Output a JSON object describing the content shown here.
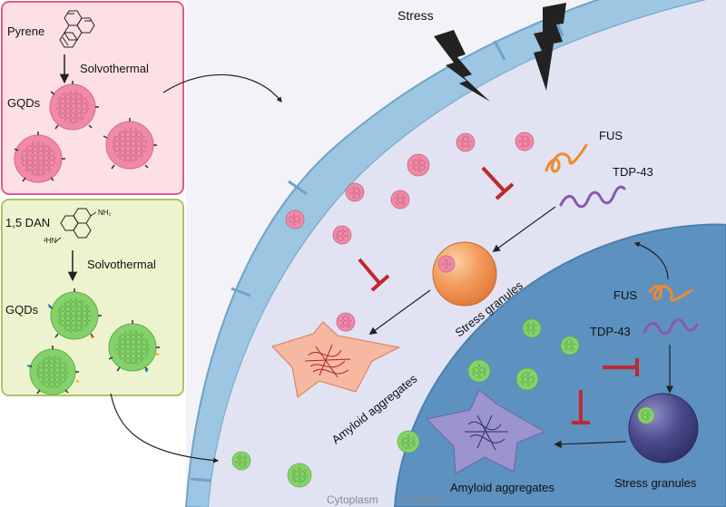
{
  "panel_pink": {
    "precursor": "Pyrene",
    "method": "Solvothermal",
    "product": "GQDs"
  },
  "panel_green": {
    "precursor": "1,5 DAN",
    "amine_top": "NH₂",
    "amine_left": "²HN",
    "method": "Solvothermal",
    "product": "GQDs"
  },
  "cell": {
    "stress": "Stress",
    "cytoplasm": {
      "fus": "FUS",
      "tdp43": "TDP-43",
      "stress_granules": "Stress granules",
      "amyloid": "Amyloid aggregates"
    },
    "nucleus": {
      "fus": "FUS",
      "tdp43": "TDP-43",
      "stress_granules": "Stress granules",
      "amyloid": "Amyloid aggregates"
    },
    "label_cytoplasm": "Cytoplasm",
    "label_nucleus": "Nucleus"
  },
  "colors": {
    "pink_panel_bg": "#fde0e4",
    "pink_panel_border": "#e05a8c",
    "green_panel_bg": "#eef3cf",
    "green_panel_border": "#a6c46a",
    "cytoplasm": "#e2e4f3",
    "nucleus": "#5b8fbf",
    "membrane": "#8db8d8",
    "inhibit": "#c0282c",
    "gqd_pink": "#f08aa8",
    "gqd_green": "#86d26a",
    "granule_orange": "#f29a5a",
    "granule_purple": "#4a4a8c",
    "fus": "#f08a2a",
    "tdp43": "#8a56b4"
  }
}
